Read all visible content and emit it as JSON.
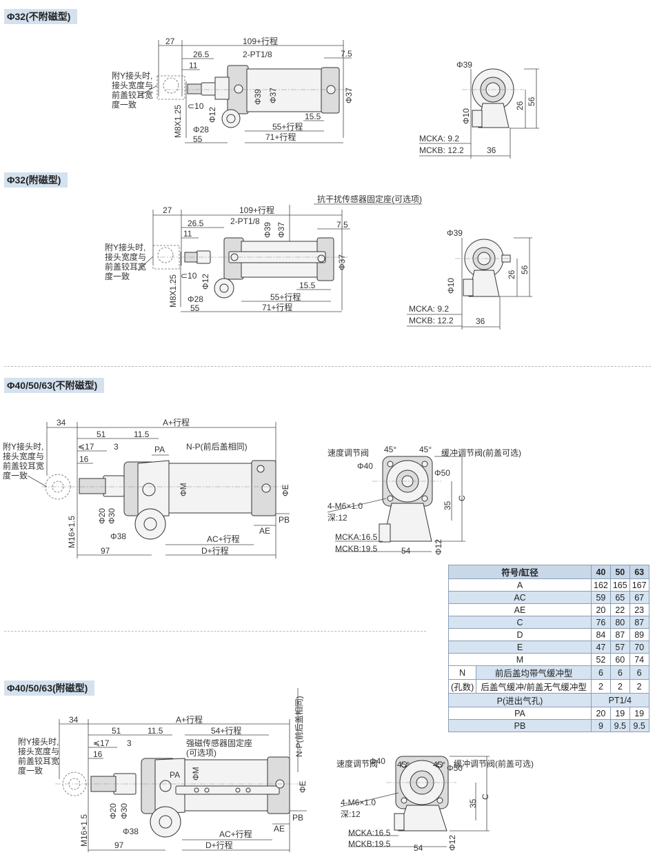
{
  "sections": [
    {
      "title": "Φ32(不附磁型)"
    },
    {
      "title": "Φ32(附磁型)"
    },
    {
      "title": "Φ40/50/63(不附磁型)"
    },
    {
      "title": "Φ40/50/63(附磁型)"
    }
  ],
  "d32": {
    "note": [
      "附Y接头时,",
      "接头宽度与",
      "前盖铰耳宽",
      "度一致"
    ],
    "note_a": [
      "附Y接头时,",
      "接头宽度与",
      "前盖铰耳宽",
      "度一致"
    ],
    "dim_27": "27",
    "dim_total": "109+行程",
    "dim_265": "26.5",
    "port": "2-PT1/8",
    "dim_75": "7.5",
    "dim_11": "11",
    "dim_phi39": "Φ39",
    "dim_phi37a": "Φ37",
    "dim_phi37b": "Φ37",
    "dim_wrench": "⊂10",
    "dim_phi12": "Φ12",
    "dim_thread": "M8X1.25",
    "dim_155": "15.5",
    "dim_55s": "55+行程",
    "dim_phi28": "Φ28",
    "dim_71s": "71+行程",
    "dim_55": "55",
    "sensor_mount": "抗干扰传感器固定座(可选项)",
    "side_phi39": "Φ39",
    "side_phi10": "Φ10",
    "side_26": "26",
    "side_56": "56",
    "side_mcka": "MCKA: 9.2",
    "side_mckb": "MCKB: 12.2",
    "side_36": "36"
  },
  "d40": {
    "note": [
      "附Y接头时,",
      "接头宽度与",
      "前盖铰耳宽",
      "度一致"
    ],
    "dim_34": "34",
    "dim_a": "A+行程",
    "dim_51": "51",
    "dim_115": "11.5",
    "dim_17": "≼17",
    "dim_3": "3",
    "dim_pa": "PA",
    "dim_np": "N-P(前后盖相同)",
    "dim_np_v": "N-P(前后盖相同)",
    "dim_16": "16",
    "dim_phim": "ΦM",
    "dim_phie": "ΦE",
    "dim_phi20": "Φ20",
    "dim_phi30": "Φ30",
    "dim_thread": "M16×1.5",
    "dim_phi38": "Φ38",
    "dim_ac": "AC+行程",
    "dim_ae": "AE",
    "dim_pb": "PB",
    "dim_97": "97",
    "dim_d": "D+行程",
    "dim_54s": "54+行程",
    "sensor_mount": [
      "强磁传感器固定座",
      "(可选项)"
    ],
    "side_speed": "速度调节阀",
    "side_45a": "45°",
    "side_45b": "45°",
    "side_cushion": "缓冲调节阀(前盖可选)",
    "side_phi40": "Φ40",
    "side_phi50": "Φ50",
    "side_35": "35",
    "side_c": "C",
    "side_screw": "4-M6×1.0",
    "side_depth": "深:12",
    "side_mcka": "MCKA:16.5",
    "side_mckb": "MCKB:19.5",
    "side_54": "54",
    "side_phi12": "Φ12"
  },
  "table": {
    "header": [
      "符号/缸径",
      "40",
      "50",
      "63"
    ],
    "rows": [
      {
        "sym": "A",
        "v": [
          "162",
          "165",
          "167"
        ]
      },
      {
        "sym": "AC",
        "v": [
          "59",
          "65",
          "67"
        ]
      },
      {
        "sym": "AE",
        "v": [
          "20",
          "22",
          "23"
        ]
      },
      {
        "sym": "C",
        "v": [
          "76",
          "80",
          "87"
        ]
      },
      {
        "sym": "D",
        "v": [
          "84",
          "87",
          "89"
        ]
      },
      {
        "sym": "E",
        "v": [
          "47",
          "57",
          "70"
        ]
      },
      {
        "sym": "M",
        "v": [
          "52",
          "60",
          "74"
        ]
      }
    ],
    "n_label": "N",
    "n_sub": "(孔数)",
    "n_rows": [
      {
        "desc": "前后盖均带气缓冲型",
        "v": [
          "6",
          "6",
          "6"
        ]
      },
      {
        "desc": "后盖气缓冲/前盖无气缓冲型",
        "v": [
          "2",
          "2",
          "2"
        ]
      }
    ],
    "p_label": "P(进出气孔)",
    "p_value": "PT1/4",
    "pa": {
      "sym": "PA",
      "v": [
        "20",
        "19",
        "19"
      ]
    },
    "pb": {
      "sym": "PB",
      "v": [
        "9",
        "9.5",
        "9.5"
      ]
    }
  }
}
